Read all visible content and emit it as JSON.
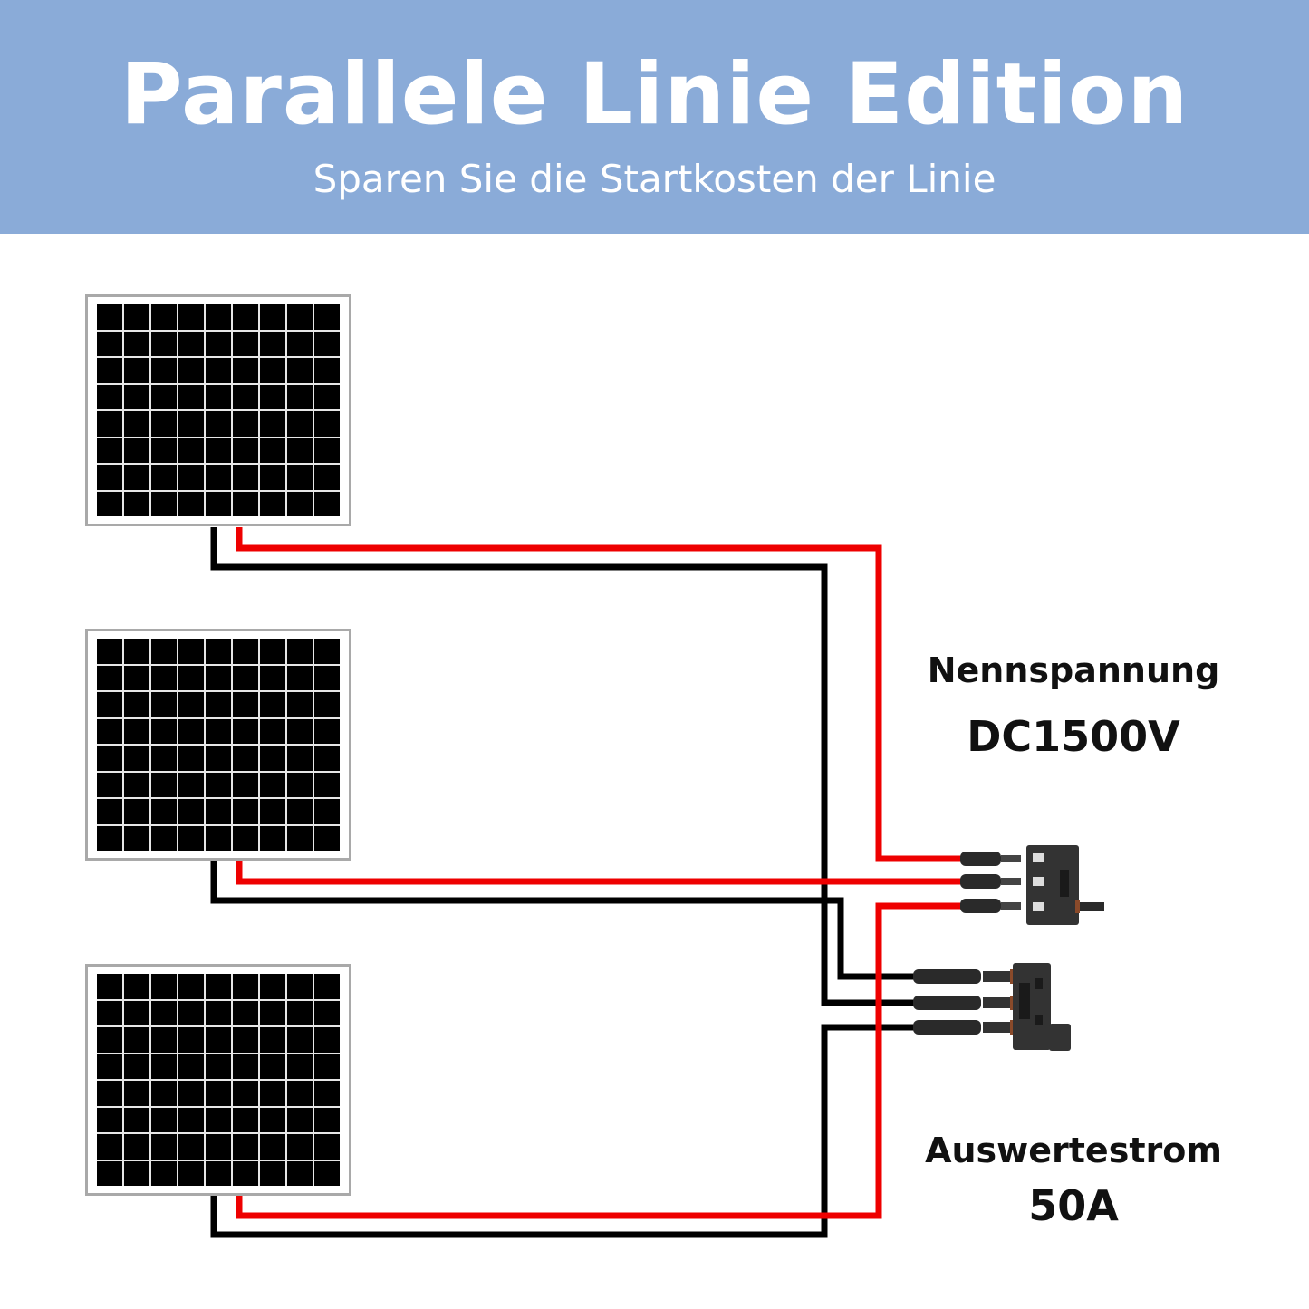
{
  "header": {
    "title": "Parallele Linie Edition",
    "subtitle": "Sparen Sie die Startkosten der Linie",
    "background_color": "#8aabd8"
  },
  "specs": {
    "voltage_label": "Nennspannung",
    "voltage_value": "DC1500V",
    "current_label": "Auswertestrom",
    "current_value": "50A"
  },
  "diagram": {
    "panels": [
      {
        "name": "solar-panel-1",
        "position": "top"
      },
      {
        "name": "solar-panel-2",
        "position": "middle"
      },
      {
        "name": "solar-panel-3",
        "position": "bottom"
      }
    ],
    "wire_colors": {
      "positive": "#ee0000",
      "negative": "#000000"
    },
    "connectors": [
      {
        "name": "positive-branch-connector",
        "inputs": 3,
        "wire": "red"
      },
      {
        "name": "negative-branch-connector",
        "inputs": 3,
        "wire": "black"
      }
    ]
  }
}
